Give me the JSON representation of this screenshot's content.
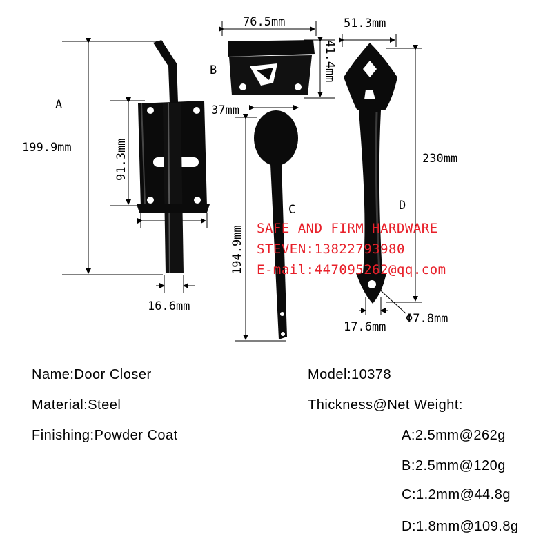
{
  "diagram": {
    "part_a": {
      "label": "A",
      "height_total": "199.9mm",
      "height_plate": "91.3mm",
      "width_bar": "16.6mm"
    },
    "part_b": {
      "label": "B",
      "width": "76.5mm",
      "height": "41.4mm"
    },
    "part_c": {
      "label": "C",
      "width": "37mm",
      "length": "194.9mm"
    },
    "part_d": {
      "label": "D",
      "width_top": "51.3mm",
      "length": "230mm",
      "width_bottom": "17.6mm",
      "hole": "Φ7.8mm"
    },
    "watermark": {
      "line1": "SAFE AND FIRM HARDWARE",
      "line2": "STEVEN:13822793980",
      "line3": "E-mail:447095262@qq.com"
    }
  },
  "specs": {
    "name": {
      "key": "Name:",
      "value": "Door Closer"
    },
    "material": {
      "key": "Material:",
      "value": "Steel"
    },
    "finishing": {
      "key": "Finishing:",
      "value": "Powder Coat"
    },
    "model": {
      "key": "Model:",
      "value": "10378"
    },
    "thickness_header": "Thickness@Net Weight:",
    "weights": [
      {
        "key": "A:",
        "value": "2.5mm@262g"
      },
      {
        "key": "B:",
        "value": "2.5mm@120g"
      },
      {
        "key": "C:",
        "value": "1.2mm@44.8g"
      },
      {
        "key": "D:",
        "value": "1.8mm@109.8g"
      }
    ]
  },
  "colors": {
    "metal": "#0b0b0b",
    "watermark": "#e8202a",
    "lines": "#000000"
  }
}
